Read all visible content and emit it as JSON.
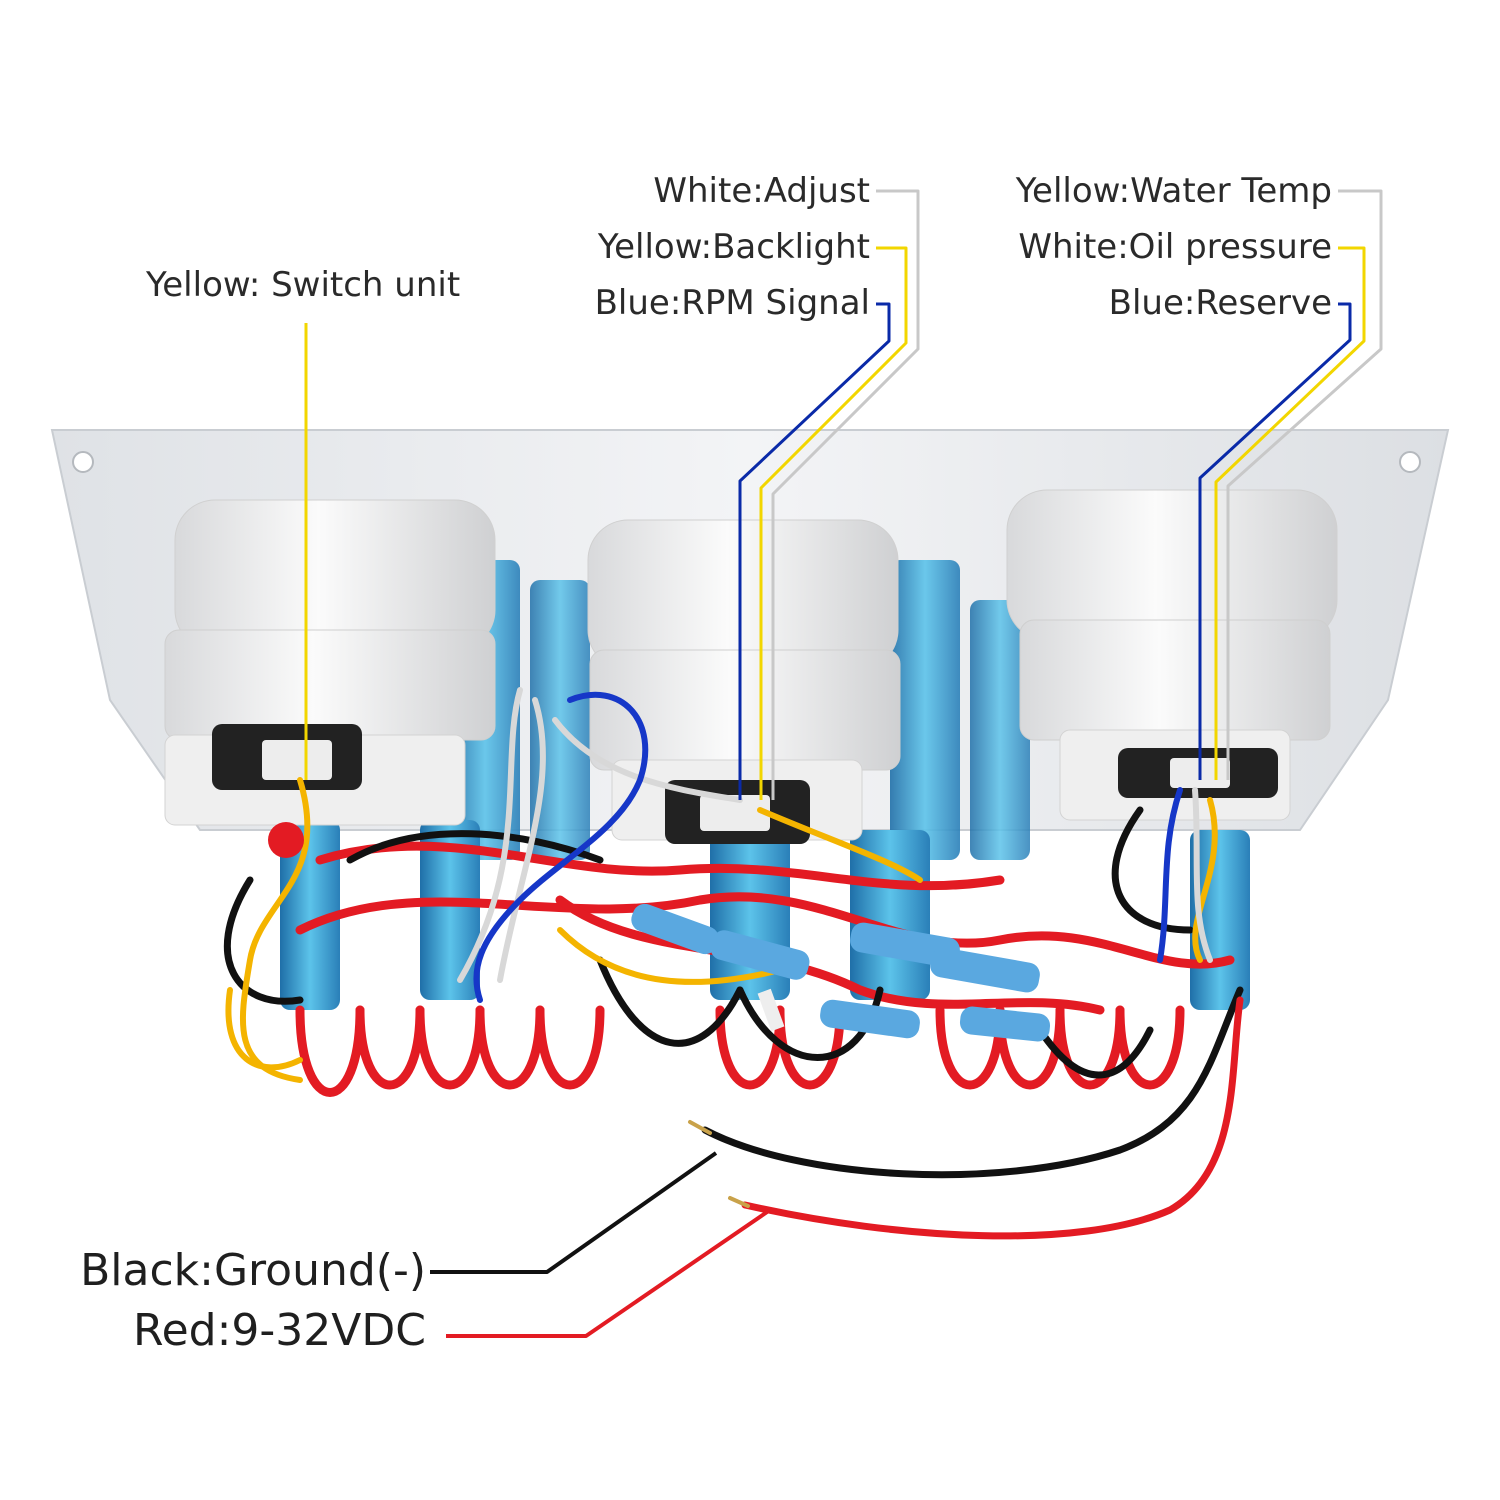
{
  "labels": {
    "switch_unit": "Yellow: Switch unit",
    "adjust": "White:Adjust",
    "backlight": "Yellow:Backlight",
    "rpm_signal": "Blue:RPM Signal",
    "water_temp": "Yellow:Water Temp",
    "oil_pressure": "White:Oil pressure",
    "reserve": "Blue:Reserve",
    "ground": "Black:Ground(-)",
    "power": "Red:9-32VDC"
  },
  "colors": {
    "wire_yellow": "#f2d600",
    "wire_blue": "#0a2aa8",
    "wire_white": "#c8c8c8",
    "wire_black": "#111111",
    "wire_red": "#e31b23",
    "panel": "#e9ebee",
    "switch_blue": "#3aa7d6"
  },
  "icons": {
    "panel": "switch-panel-image",
    "gauge": "gauge-housing-icon",
    "switch": "rocker-switch-icon"
  }
}
